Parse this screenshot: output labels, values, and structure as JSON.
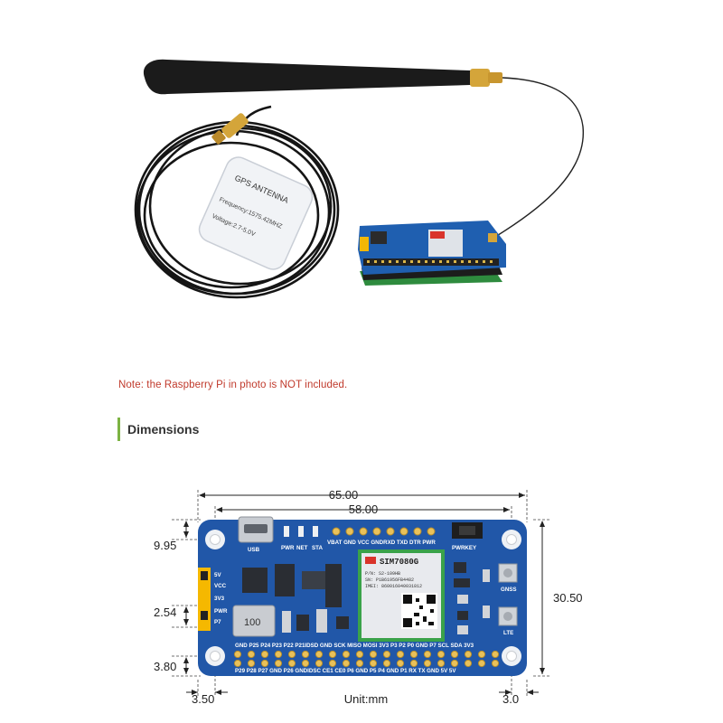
{
  "photo": {
    "antenna_label_title": "GPS ANTENNA",
    "antenna_label_freq": "Frequency:1575.42MHZ",
    "antenna_label_volt": "Voltage:2.7-5.0V"
  },
  "note": "Note: the Raspberry Pi in photo is NOT included.",
  "section_title": "Dimensions",
  "dimensions": {
    "overall_width": "65.00",
    "hole_spacing_x": "58.00",
    "top_offset": "9.95",
    "switch_pitch": "2.54",
    "bottom_offset": "3.80",
    "left_offset": "3.50",
    "right_offset": "3.0",
    "height": "30.50",
    "unit": "Unit:mm"
  },
  "board": {
    "usb_label": "USB",
    "led_labels": [
      "PWR",
      "NET",
      "STA"
    ],
    "top_header_labels": "VBAT GND VCC GNDRXD TXD DTR PWR",
    "pwrkey_label": "PWRKEY",
    "gnss_label": "GNSS",
    "lte_label": "LTE",
    "switch_labels": [
      "5V",
      "VCC",
      "3V3",
      "PWR",
      "P7"
    ],
    "module_name": "SIM7080G",
    "module_lines": [
      "P/N: S2-109HB",
      "SN: P1B61956FB4482",
      "IMEI: 860016040031812"
    ],
    "inductor_label": "100",
    "bottom_row_1": "GND P25 P24 P23 P22 P21IDSD GND SCK MISO MOSI 3V3 P3   P2   P0  GND P7   SCL  SDA 3V3",
    "bottom_row_2": "P29 P28 P27 GND P26 GNDIDSC CE1 CE0  P6  GND P5   P4  GND P1   RX   TX  GND 5V   5V"
  }
}
